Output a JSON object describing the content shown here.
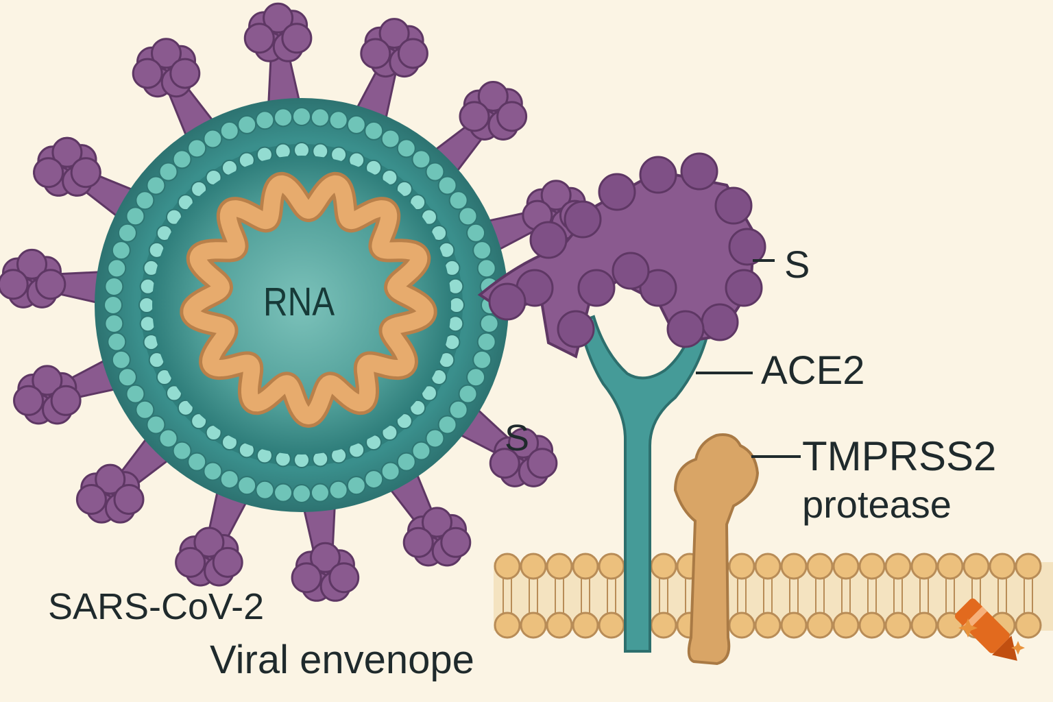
{
  "labels": {
    "rna": "RNA",
    "s_top": "S",
    "ace2": "ACE2",
    "s_low": "S",
    "tmprss2": "TMPRSS2",
    "protease": "protease",
    "sars": "SARS-CoV-2",
    "envelope": "Viral envenope"
  },
  "colors": {
    "background": "#fbf4e4",
    "spike_purple": "#8a5a8f",
    "envelope_teal": "#3f9a98",
    "lipid_head_teal": "#88d6cc",
    "rna_orange": "#e7ab6d",
    "membrane_orange": "#ecc07d",
    "ace2_teal": "#459b98",
    "tmprss2_orange": "#d9a566",
    "text": "#1f2a2c"
  },
  "icons": {
    "watermark": "crayon-logo-icon"
  }
}
